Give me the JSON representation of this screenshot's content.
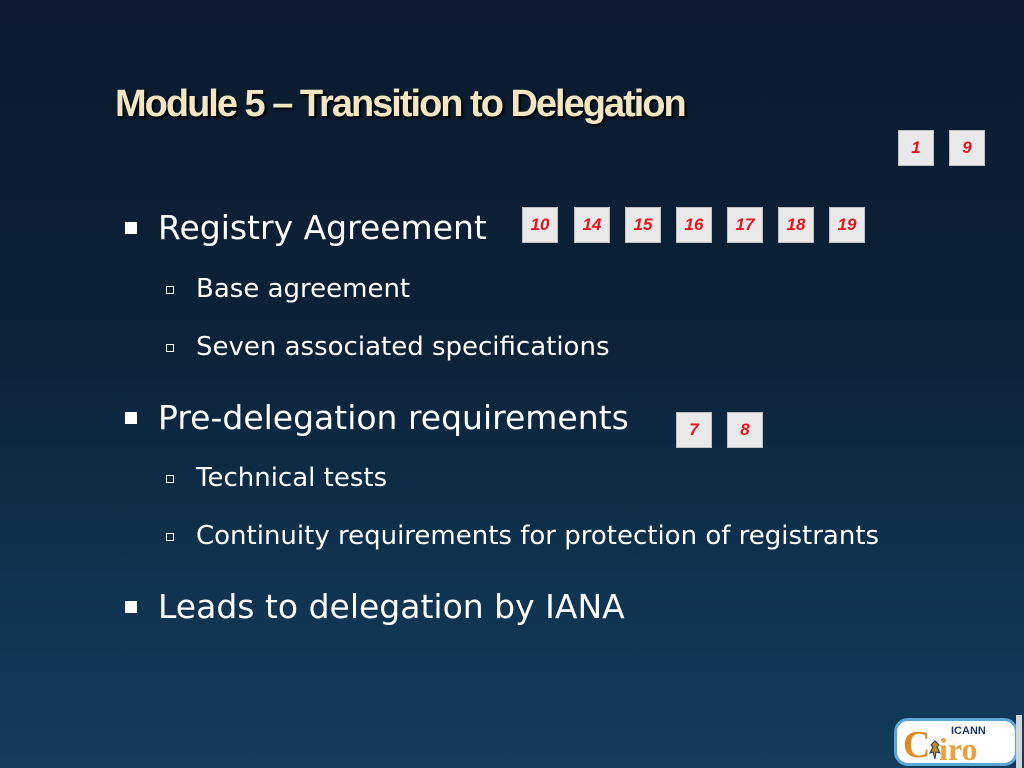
{
  "slide": {
    "title": "Module 5 – Transition to Delegation",
    "corner_refs": [
      "1",
      "9"
    ],
    "bullets": [
      {
        "text": "Registry Agreement",
        "refs": [
          "10",
          "14",
          "15",
          "16",
          "17",
          "18",
          "19"
        ],
        "subitems": [
          "Base agreement",
          "Seven associated specifications"
        ]
      },
      {
        "text": "Pre-delegation requirements",
        "refs": [
          "7",
          "8"
        ],
        "subitems": [
          "Technical tests",
          "Continuity requirements for protection of registrants"
        ]
      },
      {
        "text": "Leads to delegation by IANA",
        "refs": [],
        "subitems": []
      }
    ]
  },
  "logo": {
    "brand": "ICANN",
    "city_initial": "C",
    "city_rest": "iro"
  },
  "colors": {
    "title": "#f3e6c2",
    "ref_text": "#e8141c",
    "ref_box": "#e9e9e9",
    "background_top": "#0b1a2e",
    "background_bottom": "#123c5b"
  }
}
